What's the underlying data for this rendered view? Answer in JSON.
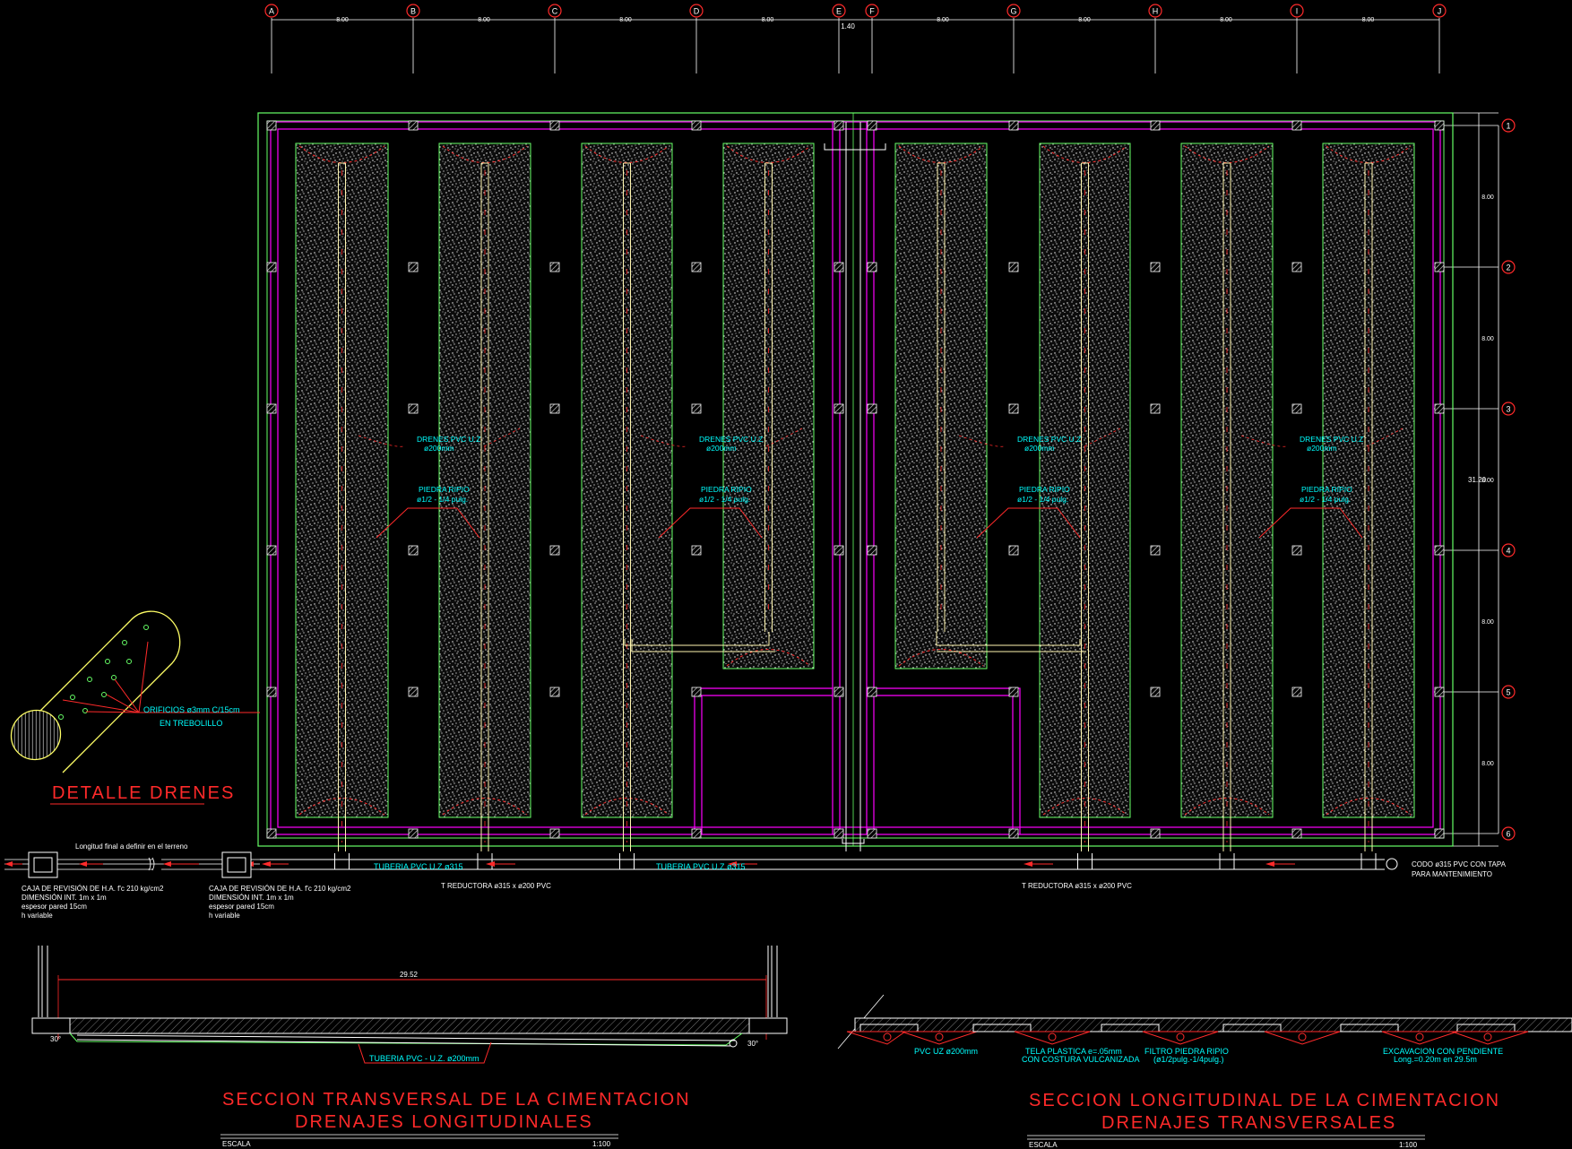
{
  "grid": {
    "columns": [
      "A",
      "B",
      "C",
      "D",
      "E",
      "F",
      "G",
      "H",
      "I",
      "J"
    ],
    "column_spacings": [
      "8.00",
      "8.00",
      "8.00",
      "8.00",
      "8.00",
      "8.00",
      "8.00",
      "8.00"
    ],
    "gap_label": "1.40",
    "rows": [
      "1",
      "2",
      "3",
      "4",
      "5",
      "6"
    ],
    "row_spacings": [
      "8.00",
      "8.00",
      "8.00",
      "8.00",
      "8.00"
    ],
    "total_label": "31.20",
    "row_gap_label": "8.00"
  },
  "plan_labels": {
    "drenes": [
      "DRENES PVC U.Z",
      "ø200mm"
    ],
    "piedra": [
      "PIEDRA RIPIO",
      "ø1/2 - 1/4 pulg."
    ],
    "tuberia": "TUBERIA PVC U.Z ø315",
    "t_reductora": "T REDUCTORA ø315 x ø200 PVC",
    "codo": [
      "CODO ø315 PVC CON TAPA",
      "PARA MANTENIMIENTO"
    ],
    "longitud": "Longitud final a definir en el terreno",
    "caja": [
      "CAJA DE REVISIÓN DE H.A. f'c 210 kg/cm2",
      "DIMENSIÓN INT. 1m x 1m",
      "espesor pared 15cm",
      "h variable"
    ]
  },
  "detail": {
    "orificios": [
      "ORIFICIOS ø3mm C/15cm",
      "EN TREBOLILLO"
    ],
    "title": "DETALLE DRENES"
  },
  "section_transversal": {
    "dimension": "29.52",
    "angle_left": "30°",
    "angle_right": "30°",
    "pipe_label": "TUBERIA PVC - U.Z. ø200mm",
    "title_line1": "SECCION TRANSVERSAL DE LA CIMENTACION",
    "title_line2": "DRENAJES LONGITUDINALES",
    "scale_label": "ESCALA",
    "scale_value": "1:100"
  },
  "section_longitudinal": {
    "pvc_label": "PVC UZ ø200mm",
    "tela_label": [
      "TELA PLASTICA e=.05mm",
      "CON COSTURA VULCANIZADA"
    ],
    "filtro_label": [
      "FILTRO PIEDRA RIPIO",
      "(ø1/2pulg.-1/4pulg.)"
    ],
    "excavacion_label": [
      "EXCAVACION CON PENDIENTE",
      "Long.=0.20m en 29.5m"
    ],
    "title_line1": "SECCION LONGITUDINAL DE LA CIMENTACION",
    "title_line2": "DRENAJES TRANSVERSALES",
    "scale_label": "ESCALA",
    "scale_value": "1:100"
  },
  "colors": {
    "background": "#000000",
    "magenta": "#ff00ff",
    "green": "#66ff66",
    "red": "#ff2a2a",
    "cyan": "#00ffff",
    "yellow": "#ffff66",
    "white": "#ffffff"
  }
}
